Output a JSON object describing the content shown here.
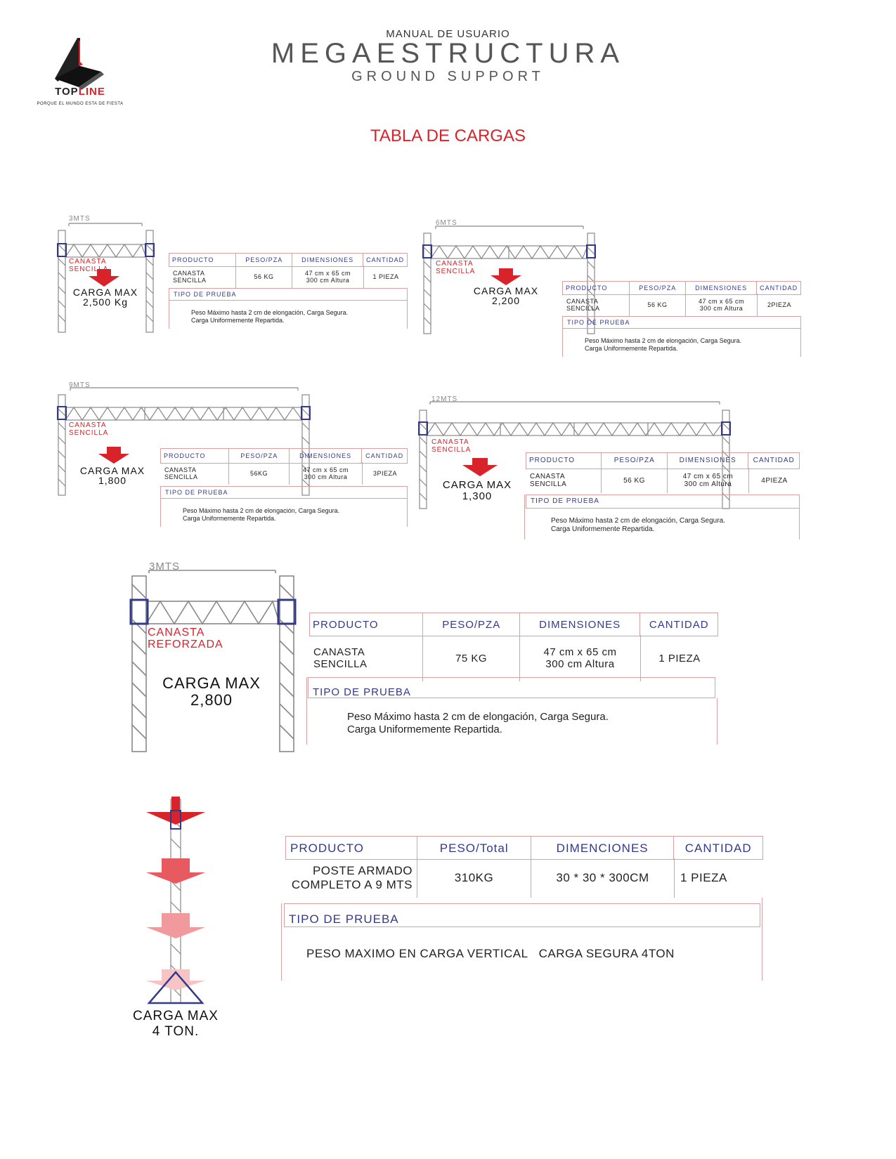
{
  "header": {
    "top": "MANUAL DE USUARIO",
    "main": "MEGAESTRUCTURA",
    "sub": "GROUND SUPPORT"
  },
  "logo": {
    "name_a": "TOP",
    "name_b": "LINE",
    "tagline": "PORQUE EL MUNDO ESTA DE FIESTA"
  },
  "page_title": "TABLA DE CARGAS",
  "headers": {
    "producto": "PRODUCTO",
    "peso": "PESO/PZA",
    "dimensiones": "DIMENSIONES",
    "cantidad": "CANTIDAD",
    "tipo": "TIPO DE PRUEBA",
    "peso_total": "PESO/Total",
    "dimenciones": "DIMENCIONES"
  },
  "common": {
    "canasta_sencilla": "CANASTA\nSENCILLA",
    "canasta_reforzada": "CANASTA\nREFORZADA",
    "dim": "47 cm x 65 cm\n300 cm Altura",
    "prueba": "Peso Máximo hasta 2 cm de elongación, Carga Segura.\nCarga Uniformemente Repartida.",
    "carga_max": "CARGA MAX"
  },
  "configs": [
    {
      "span": "3MTS",
      "max": "2,500 Kg",
      "peso": "56 KG",
      "cantidad": "1 PIEZA"
    },
    {
      "span": "6MTS",
      "max": "2,200",
      "peso": "56 KG",
      "cantidad": "2PIEZA"
    },
    {
      "span": "9MTS",
      "max": "1,800",
      "peso": "56KG",
      "cantidad": "3PIEZA"
    },
    {
      "span": "12MTS",
      "max": "1,300",
      "peso": "56 KG",
      "cantidad": "4PIEZA"
    },
    {
      "span": "3MTS",
      "max": "2,800",
      "peso": "75 KG",
      "cantidad": "1 PIEZA"
    }
  ],
  "poste": {
    "producto": "POSTE ARMADO\nCOMPLETO A 9 MTS",
    "peso": "310KG",
    "dim": "30 * 30 * 300CM",
    "cantidad": "1 PIEZA",
    "prueba": "PESO MAXIMO EN CARGA VERTICAL   CARGA SEGURA 4TON",
    "max": "CARGA MAX\n4 TON."
  },
  "colors": {
    "red": "#d8232a",
    "blue": "#333a8a",
    "gray": "#888888"
  }
}
